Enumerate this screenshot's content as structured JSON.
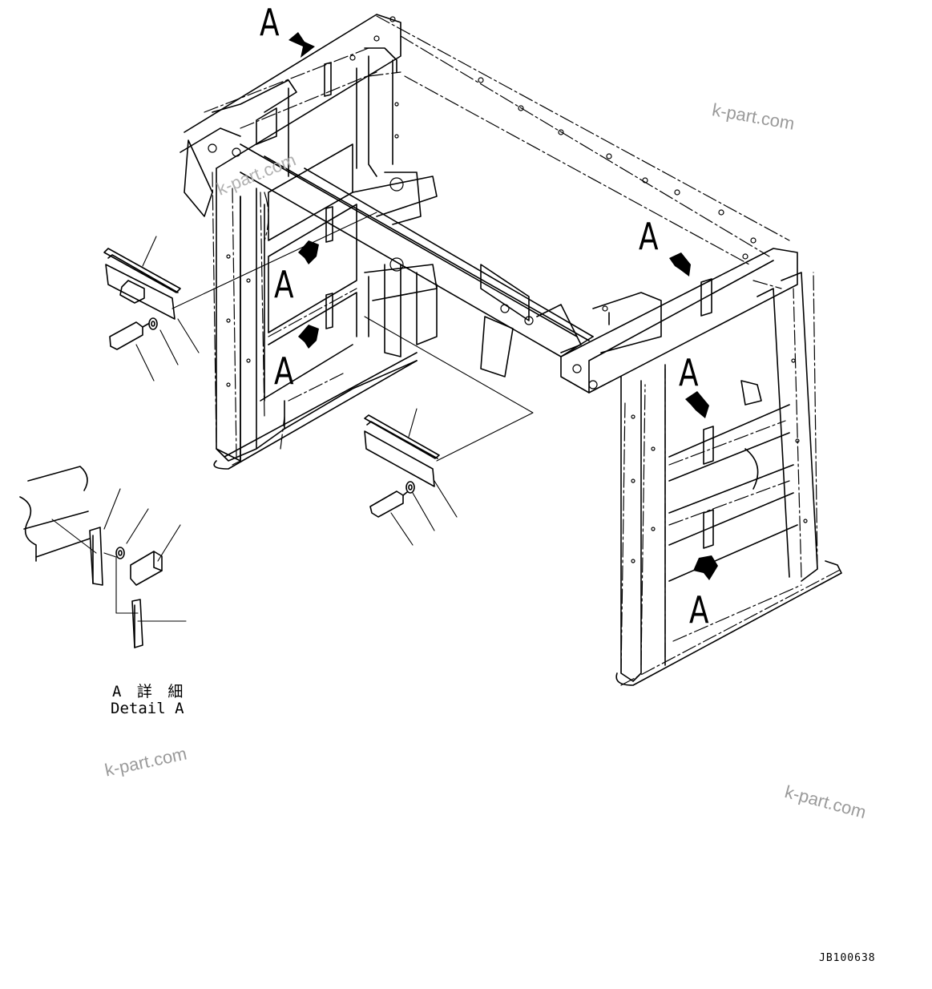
{
  "drawing": {
    "callout_label": "A",
    "detail_title_jp": "A 詳 細",
    "detail_title_en": "Detail A",
    "drawing_id": "JB100638",
    "watermark": "k-part.com"
  },
  "colors": {
    "line": "#000000",
    "watermark": "#9a9a9a"
  }
}
